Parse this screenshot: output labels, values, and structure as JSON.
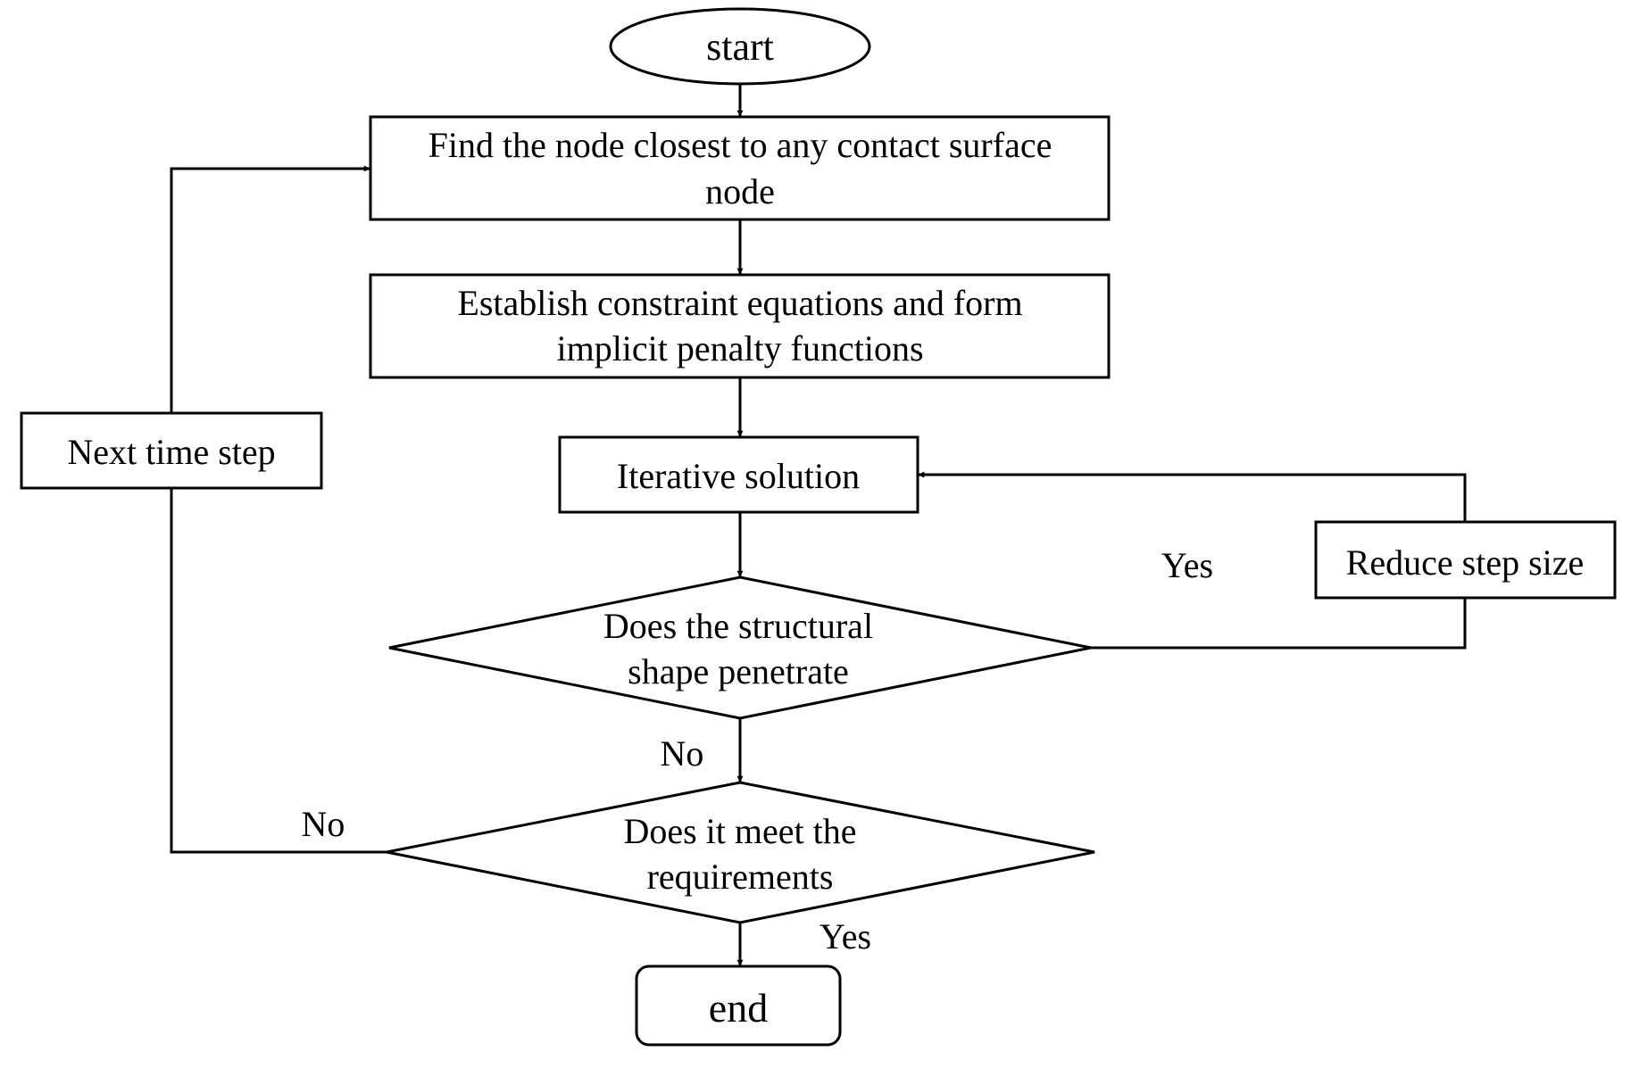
{
  "nodes": {
    "start": {
      "text": "start"
    },
    "find_node": {
      "line1": "Find the node closest to any contact surface",
      "line2": "node"
    },
    "establish": {
      "line1": "Establish constraint equations and form",
      "line2": "implicit penalty functions"
    },
    "iterative": {
      "text": "Iterative solution"
    },
    "penetrate": {
      "line1": "Does the structural",
      "line2": "shape penetrate"
    },
    "requirements": {
      "line1": "Does it meet the",
      "line2": "requirements"
    },
    "end": {
      "text": "end"
    },
    "reduce_step": {
      "text": "Reduce step size"
    },
    "next_step": {
      "text": "Next time step"
    }
  },
  "edge_labels": {
    "penetrate_yes": "Yes",
    "penetrate_no": "No",
    "requirements_no": "No",
    "requirements_yes": "Yes"
  },
  "colors": {
    "stroke": "#000000",
    "fill": "#ffffff",
    "text": "#000000"
  }
}
